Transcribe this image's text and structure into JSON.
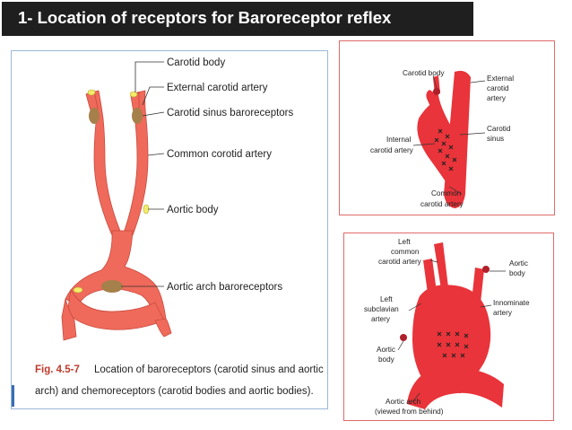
{
  "slide": {
    "title": "1- Location of  receptors for Baroreceptor reflex"
  },
  "fig1": {
    "labels": {
      "carotid_body": "Carotid body",
      "external_carotid": "External carotid artery",
      "carotid_sinus": "Carotid sinus baroreceptors",
      "common_carotid": "Common corotid artery",
      "aortic_body": "Aortic body",
      "aortic_arch": "Aortic arch baroreceptors"
    },
    "caption": {
      "number": "Fig. 4.5-7",
      "line1": "Location of baroreceptors (carotid sinus and aortic",
      "line2": "arch) and chemoreceptors (carotid bodies and aortic bodies)."
    }
  },
  "fig2": {
    "labels": {
      "carotid_body": "Carotid body",
      "external_1": "External",
      "external_2": "carotid",
      "external_3": "artery",
      "internal_1": "Internal",
      "internal_2": "carotid artery",
      "sinus_1": "Carotid",
      "sinus_2": "sinus",
      "common_1": "Common",
      "common_2": "carotid artery"
    }
  },
  "fig3": {
    "labels": {
      "left_common_1": "Left",
      "left_common_2": "common",
      "left_common_3": "carotid artery",
      "aortic_body_r1": "Aortic",
      "aortic_body_r2": "body",
      "left_sub_1": "Left",
      "left_sub_2": "subclavian",
      "left_sub_3": "artery",
      "innominate_1": "Innominate",
      "innominate_2": "artery",
      "aortic_body_l1": "Aortic",
      "aortic_body_l2": "body",
      "arch_1": "Aortic arch",
      "arch_2": "(viewed from behind)"
    }
  },
  "colors": {
    "artery": "#ef6a5b",
    "artery_dark": "#c94a3d",
    "artery_red": "#e8343a",
    "body_yellow": "#f2ec6a",
    "title_bg": "#1f1f1f",
    "caption_number": "#c0392b"
  }
}
